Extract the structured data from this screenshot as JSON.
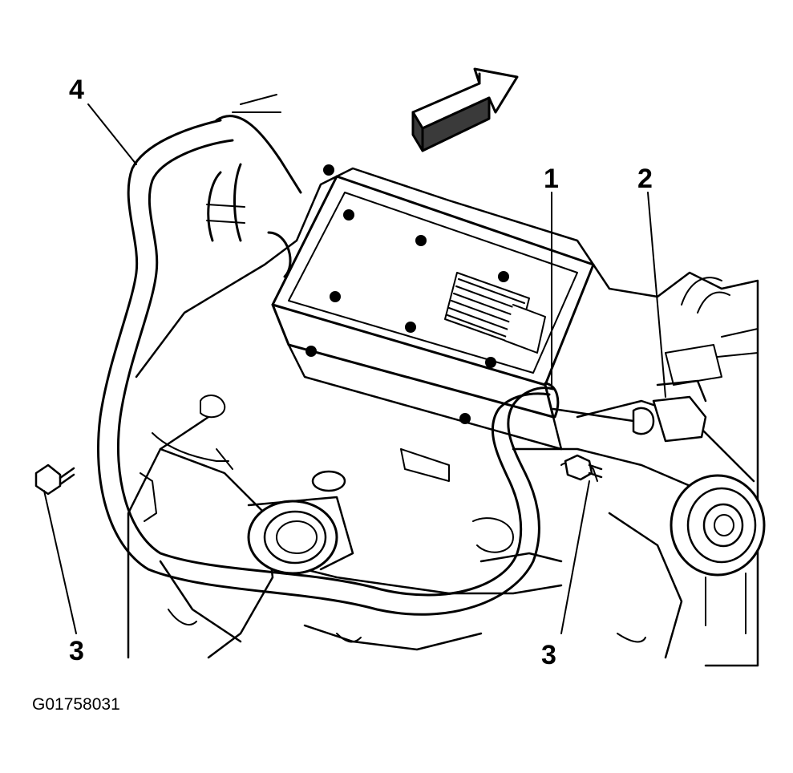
{
  "callouts": {
    "c1": "1",
    "c2": "2",
    "c3_left": "3",
    "c3_right": "3",
    "c4": "4"
  },
  "figure_id": "G01758031",
  "colors": {
    "ink": "#000000",
    "paper": "#ffffff",
    "shade": "#3a3a3a"
  }
}
